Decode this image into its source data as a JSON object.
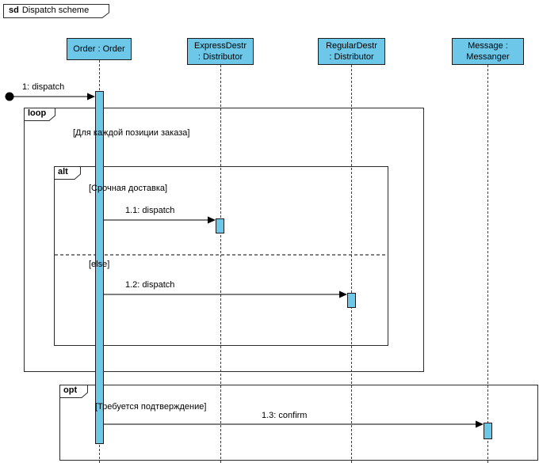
{
  "title_tab": {
    "keyword": "sd",
    "name": "Dispatch scheme"
  },
  "colors": {
    "shape_fill": "#6CC7E9",
    "shape_border": "#1C1C1C",
    "line": "#000000",
    "background": "#FFFFFF"
  },
  "lifelines": [
    {
      "id": "order",
      "lines": [
        "Order : Order"
      ]
    },
    {
      "id": "express",
      "lines": [
        "ExpressDestr",
        ": Distributor"
      ]
    },
    {
      "id": "regular",
      "lines": [
        "RegularDestr",
        ": Distributor"
      ]
    },
    {
      "id": "message",
      "lines": [
        "Message :",
        "Messanger"
      ]
    }
  ],
  "fragments": [
    {
      "operator": "loop",
      "guard": "[Для каждой позиции заказа]"
    },
    {
      "operator": "alt",
      "guards": [
        "[Срочная доставка]",
        "[else]"
      ]
    },
    {
      "operator": "opt",
      "guard": "[Требуется подтверждение]"
    }
  ],
  "messages": [
    {
      "label": "1: dispatch",
      "from": "found",
      "to": "order"
    },
    {
      "label": "1.1: dispatch",
      "from": "order",
      "to": "express"
    },
    {
      "label": "1.2: dispatch",
      "from": "order",
      "to": "regular"
    },
    {
      "label": "1.3: confirm",
      "from": "order",
      "to": "message"
    }
  ]
}
